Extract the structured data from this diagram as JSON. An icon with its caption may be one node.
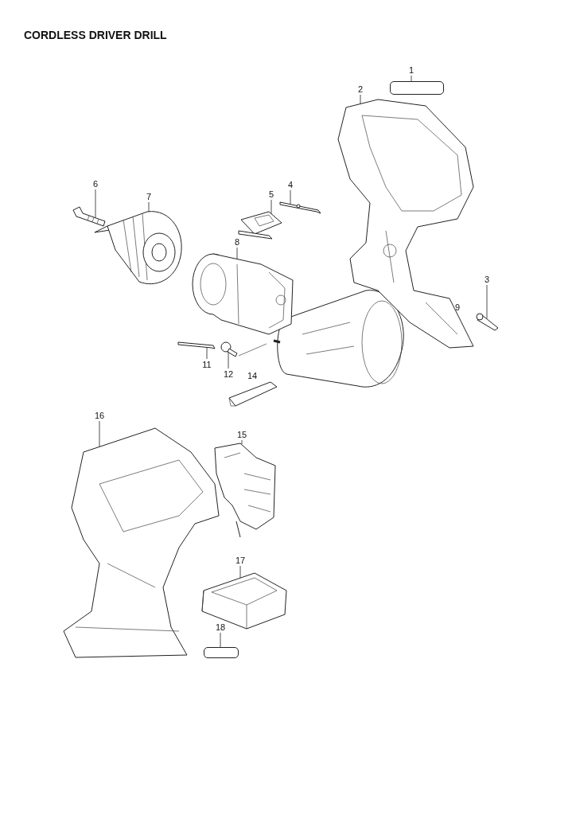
{
  "diagram": {
    "title": "CORDLESS DRIVER DRILL",
    "nodes": [
      {
        "text": [
          "1"
        ]
      },
      {
        "text": [],
        "shape": "box"
      },
      {
        "text": [
          "2"
        ]
      },
      {
        "text": [],
        "shape": "picture"
      },
      {
        "text": [
          "3"
        ]
      },
      {
        "text": [],
        "shape": "picture"
      },
      {
        "text": [
          "4"
        ]
      },
      {
        "text": [],
        "shape": "picture"
      },
      {
        "text": [
          "5"
        ]
      },
      {
        "text": [],
        "shape": "picture"
      },
      {
        "text": [
          "6"
        ]
      },
      {
        "text": [],
        "shape": "picture"
      },
      {
        "text": [
          "7"
        ]
      },
      {
        "text": [],
        "shape": "picture"
      },
      {
        "text": [
          "8"
        ]
      },
      {
        "text": [],
        "shape": "picture"
      },
      {
        "text": [
          "11"
        ]
      },
      {
        "text": [],
        "shape": "picture"
      },
      {
        "text": [
          "12"
        ]
      },
      {
        "text": [],
        "shape": "picture"
      },
      {
        "text": [
          "15"
        ]
      },
      {
        "text": [],
        "shape": "picture"
      },
      {
        "text": [
          "16"
        ]
      },
      {
        "text": [],
        "shape": "picture"
      },
      {
        "text": [
          "17"
        ]
      },
      {
        "text": [],
        "shape": "picture"
      },
      {
        "text": [
          "18"
        ]
      },
      {
        "text": [],
        "shape": "box"
      }
    ],
    "edges": [
      {
        "from": 0,
        "to": 1,
        "arrow": "none"
      },
      {
        "from": 2,
        "to": 3,
        "arrow": "none"
      },
      {
        "from": 4,
        "to": 5,
        "arrow": "none"
      },
      {
        "from": 6,
        "to": 7,
        "arrow": "none"
      },
      {
        "from": 8,
        "to": 9,
        "arrow": "none"
      },
      {
        "from": 10,
        "to": 11,
        "arrow": "none"
      },
      {
        "from": 12,
        "to": 13,
        "arrow": "none"
      },
      {
        "from": 14,
        "to": 15,
        "arrow": "none"
      },
      {
        "from": 16,
        "to": 17,
        "arrow": "none"
      },
      {
        "from": 18,
        "to": 19,
        "arrow": "none"
      },
      {
        "from": 20,
        "to": 21,
        "arrow": "none"
      },
      {
        "from": 22,
        "to": 23,
        "arrow": "none"
      },
      {
        "from": 24,
        "to": 25,
        "arrow": "none"
      },
      {
        "from": 26,
        "to": 27,
        "arrow": "none"
      }
    ],
    "labels": [
      "9",
      "14"
    ]
  }
}
